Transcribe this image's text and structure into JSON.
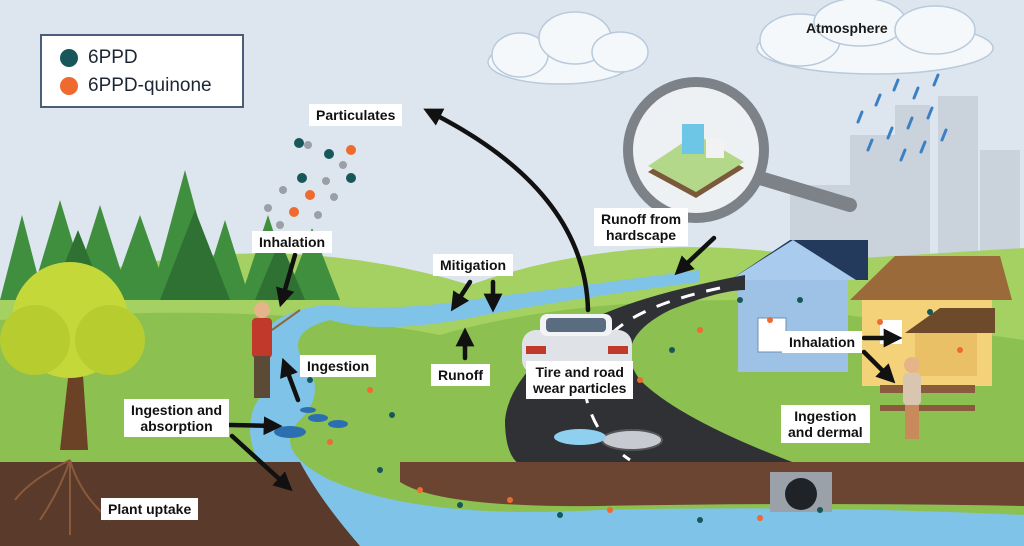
{
  "legend": {
    "items": [
      {
        "label": "6PPD",
        "color": "#17575a"
      },
      {
        "label": "6PPD-quinone",
        "color": "#ef6a2e"
      }
    ]
  },
  "labels": {
    "atmosphere": "Atmosphere",
    "particulates": "Particulates",
    "runoff_hardscape": "Runoff from\nhardscape",
    "inhalation_forest": "Inhalation",
    "mitigation": "Mitigation",
    "ingestion": "Ingestion",
    "runoff": "Runoff",
    "tire_wear": "Tire and road\nwear particles",
    "inhalation_house": "Inhalation",
    "ingestion_absorption": "Ingestion and\nabsorption",
    "ingestion_dermal": "Ingestion\nand dermal",
    "plant_uptake": "Plant uptake"
  },
  "colors": {
    "sky": "#dde6ef",
    "grass": "#8cc152",
    "water": "#7fc3e8",
    "road": "#2f3135",
    "soil": "#5a3a2a",
    "particle_dark": "#17575a",
    "particle_orange": "#ef6a2e"
  }
}
